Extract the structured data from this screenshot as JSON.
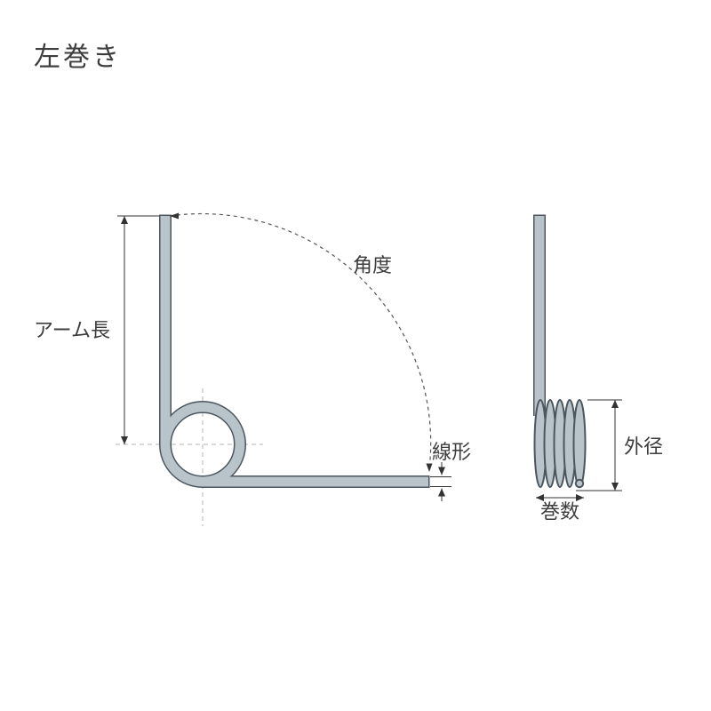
{
  "title": "左巻き",
  "diagram": {
    "front_view": {
      "arm_length_label": "アーム長",
      "angle_label": "角度",
      "wire_diameter_label": "線形"
    },
    "side_view": {
      "outer_diameter_label": "外径",
      "coil_count_label": "巻数"
    }
  },
  "colors": {
    "background": "#ffffff",
    "spring_fill": "#b9c4ca",
    "spring_outline": "#4b565e",
    "dimension_line": "#333333",
    "guide_dash": "#b5b5b5",
    "angle_dash": "#555555",
    "text": "#3d3d3d"
  }
}
